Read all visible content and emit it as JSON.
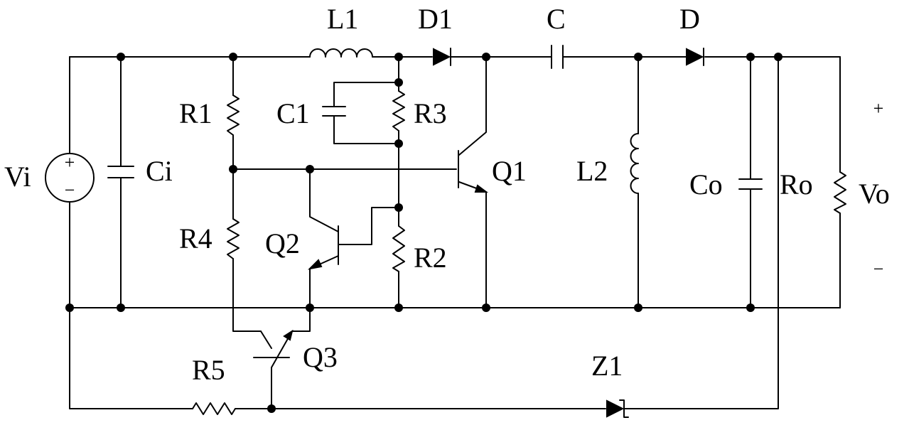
{
  "labels": {
    "L1": "L1",
    "D1": "D1",
    "C": "C",
    "D": "D",
    "R1": "R1",
    "C1": "C1",
    "R3": "R3",
    "Vi": "Vi",
    "Ci": "Ci",
    "Q1": "Q1",
    "L2": "L2",
    "Co": "Co",
    "Ro": "Ro",
    "Vo": "Vo",
    "R4": "R4",
    "Q2": "Q2",
    "R2": "R2",
    "Q3": "Q3",
    "R5": "R5",
    "Z1": "Z1",
    "vi_plus": "+",
    "vi_minus": "−",
    "vo_plus": "+",
    "vo_minus": "−"
  }
}
